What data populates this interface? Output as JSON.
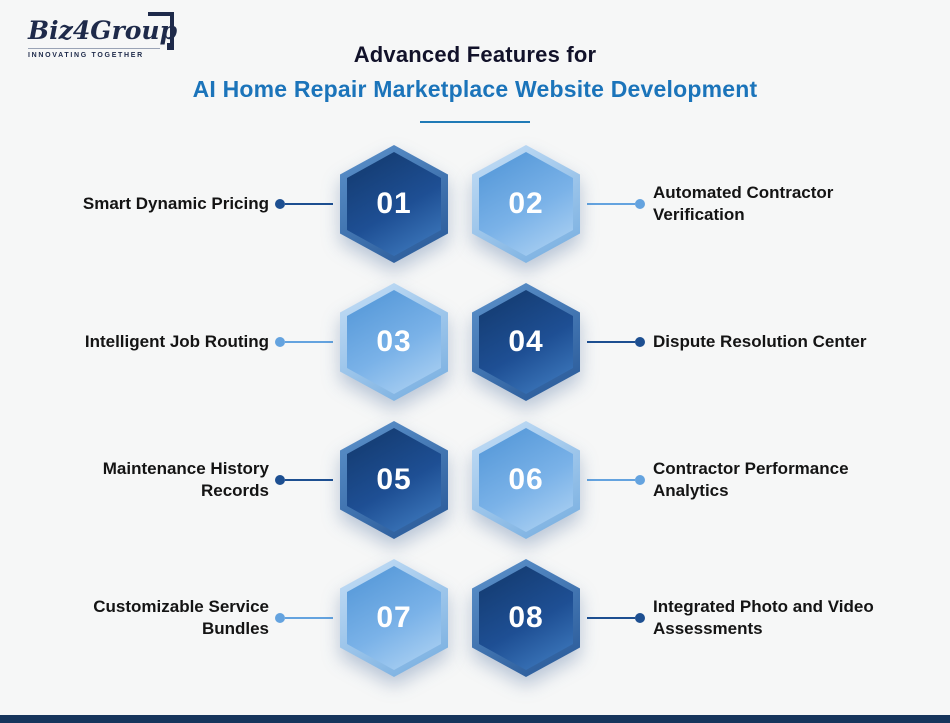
{
  "logo": {
    "name": "Biz4Group",
    "tagline": "INNOVATING TOGETHER"
  },
  "header": {
    "title_line1": "Advanced Features for",
    "title_line2": "AI Home Repair Marketplace Website Development"
  },
  "colors": {
    "accent_blue": "#1b74ba",
    "dark_hex": "#1d4f91",
    "light_hex": "#74acdf",
    "footer_bar": "#16355c",
    "background": "#f6f7f7"
  },
  "features": [
    {
      "number": "01",
      "label": "Smart Dynamic Pricing",
      "theme": "dark",
      "side": "left"
    },
    {
      "number": "02",
      "label": "Automated Contractor Verification",
      "theme": "light",
      "side": "right"
    },
    {
      "number": "03",
      "label": "Intelligent Job Routing",
      "theme": "light",
      "side": "left"
    },
    {
      "number": "04",
      "label": "Dispute Resolution Center",
      "theme": "dark",
      "side": "right"
    },
    {
      "number": "05",
      "label": "Maintenance History Records",
      "theme": "dark",
      "side": "left"
    },
    {
      "number": "06",
      "label": "Contractor Performance Analytics",
      "theme": "light",
      "side": "right"
    },
    {
      "number": "07",
      "label": "Customizable Service Bundles",
      "theme": "light",
      "side": "left"
    },
    {
      "number": "08",
      "label": "Integrated Photo and Video Assessments",
      "theme": "dark",
      "side": "right"
    }
  ]
}
